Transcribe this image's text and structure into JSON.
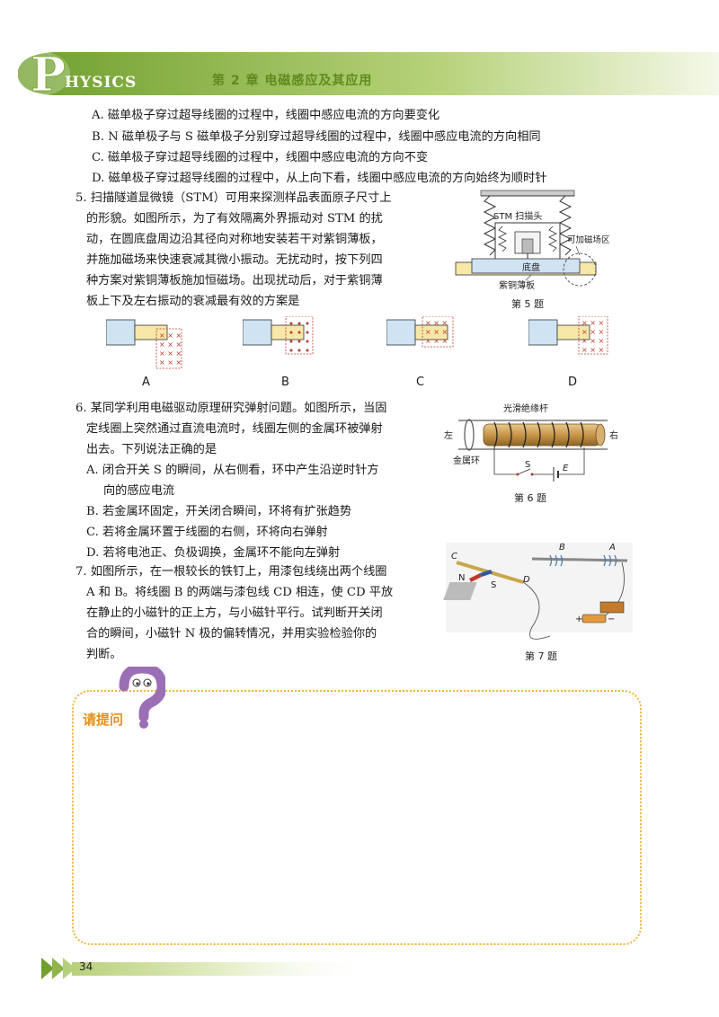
{
  "header": {
    "logo_initial": "P",
    "logo_rest": "hysics",
    "chapter": "第 2 章   电磁感应及其应用"
  },
  "q4_options": [
    "A. 磁单极子穿过超导线圈的过程中，线圈中感应电流的方向要变化",
    "B. N 磁单极子与 S 磁单极子分别穿过超导线圈的过程中，线圈中感应电流的方向相同",
    "C. 磁单极子穿过超导线圈的过程中，线圈中感应电流的方向不变",
    "D. 磁单极子穿过超导线圈的过程中，从上向下看，线圈中感应电流的方向始终为顺时针"
  ],
  "q5": {
    "lines": [
      "5. 扫描隧道显微镜（STM）可用来探测样品表面原子尺寸上",
      "的形貌。如图所示，为了有效隔离外界振动对 STM 的扰",
      "动，在圆底盘周边沿其径向对称地安装若干对紫铜薄板，",
      "并施加磁场来快速衰减其微小振动。无扰动时，按下列四",
      "种方案对紫铜薄板施加恒磁场。出现扰动后，对于紫铜薄",
      "板上下及左右振动的衰减最有效的方案是"
    ],
    "figure": {
      "stm_label": "STM 扫描头",
      "field_label": "可加磁场区",
      "base_label": "底盘",
      "plate_label": "紫铜薄板",
      "caption": "第 5 题"
    },
    "option_labels": [
      "A",
      "B",
      "C",
      "D"
    ]
  },
  "q6": {
    "lines": [
      "6. 某同学利用电磁驱动原理研究弹射问题。如图所示，当固",
      "定线圈上突然通过直流电流时，线圈左侧的金属环被弹射",
      "出去。下列说法正确的是",
      "A. 闭合开关 S 的瞬间，从右侧看，环中产生沿逆时针方",
      "向的感应电流",
      "B. 若金属环固定，开关闭合瞬间，环将有扩张趋势",
      "C. 若将金属环置于线圈的右侧，环将向右弹射",
      "D. 若将电池正、负极调换，金属环不能向左弹射"
    ],
    "figure": {
      "rod_label": "光滑绝缘杆",
      "left_label": "左",
      "right_label": "右",
      "ring_label": "金属环",
      "switch_label": "S",
      "battery_label": "E",
      "caption": "第 6 题"
    }
  },
  "q7": {
    "lines": [
      "7. 如图所示，在一根较长的铁钉上，用漆包线绕出两个线圈",
      "A 和 B。将线圈 B 的两端与漆包线 CD 相连，使 CD 平放",
      "在静止的小磁针的正上方，与小磁针平行。试判断开关闭",
      "合的瞬间，小磁针 N 极的偏转情况，并用实验检验你的",
      "判断。"
    ],
    "figure": {
      "label_c": "C",
      "label_d": "D",
      "label_b": "B",
      "label_a": "A",
      "label_n": "N",
      "label_s": "S",
      "label_plus": "+",
      "label_minus": "−",
      "caption": "第 7 题"
    }
  },
  "ask": {
    "title": "请提问"
  },
  "footer": {
    "page_number": "34"
  },
  "colors": {
    "accent_green": "#7fa93a",
    "chapter_green": "#5f8a1e",
    "ask_orange": "#e48f1c",
    "ask_border": "#f0b542",
    "question_mark_purple": "#9b6fb5"
  }
}
